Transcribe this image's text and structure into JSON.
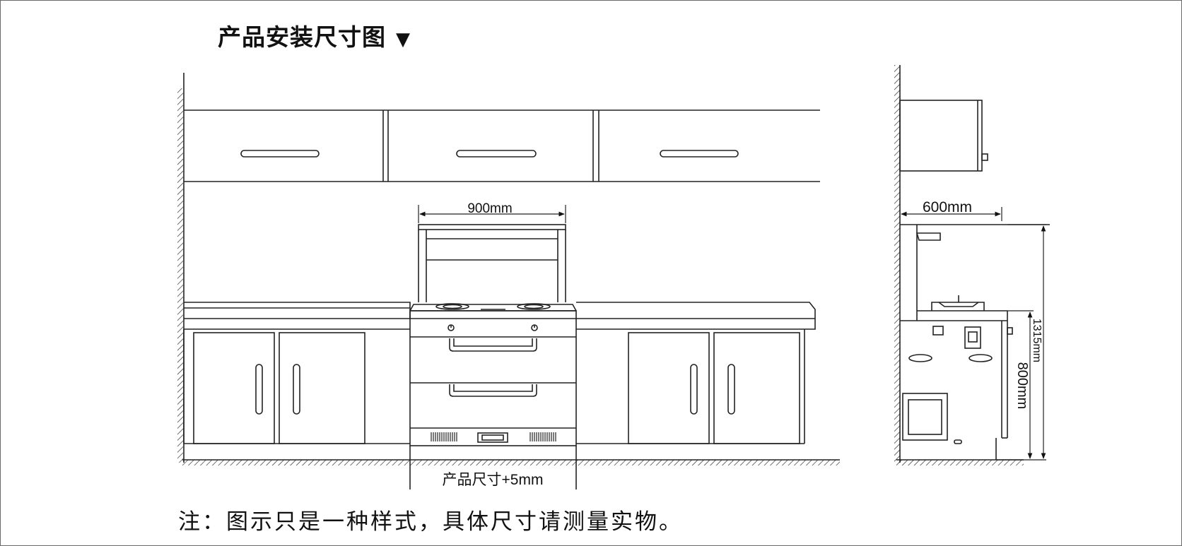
{
  "title": "产品安装尺寸图",
  "title_arrow": "▼",
  "dimensions": {
    "front_width": "900mm",
    "side_depth": "600mm",
    "total_height": "1315mm",
    "counter_height": "800mm",
    "cutout": "产品尺寸+5mm"
  },
  "note": "注：图示只是一种样式，具体尺寸请测量实物。"
}
